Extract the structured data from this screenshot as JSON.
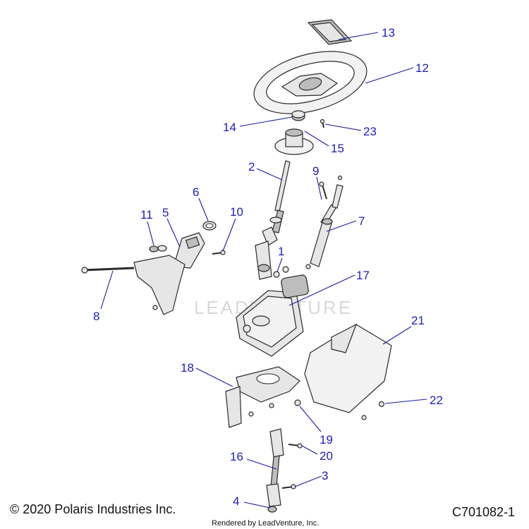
{
  "callouts": [
    {
      "id": "13",
      "label": "13"
    },
    {
      "id": "12",
      "label": "12"
    },
    {
      "id": "14",
      "label": "14"
    },
    {
      "id": "23",
      "label": "23"
    },
    {
      "id": "15",
      "label": "15"
    },
    {
      "id": "2",
      "label": "2"
    },
    {
      "id": "9",
      "label": "9"
    },
    {
      "id": "6",
      "label": "6"
    },
    {
      "id": "11",
      "label": "11"
    },
    {
      "id": "5",
      "label": "5"
    },
    {
      "id": "10",
      "label": "10"
    },
    {
      "id": "7",
      "label": "7"
    },
    {
      "id": "1",
      "label": "1"
    },
    {
      "id": "17",
      "label": "17"
    },
    {
      "id": "8",
      "label": "8"
    },
    {
      "id": "21",
      "label": "21"
    },
    {
      "id": "18",
      "label": "18"
    },
    {
      "id": "22",
      "label": "22"
    },
    {
      "id": "19",
      "label": "19"
    },
    {
      "id": "20",
      "label": "20"
    },
    {
      "id": "16",
      "label": "16"
    },
    {
      "id": "3",
      "label": "3"
    },
    {
      "id": "4",
      "label": "4"
    }
  ],
  "watermark": "LEADVENTURE",
  "footer": {
    "copyright": "© 2020 Polaris Industries Inc.",
    "diagram_code": "C701082-1",
    "rendered_by": "Rendered by LeadVenture, Inc."
  },
  "colors": {
    "callout": "#1c1cbf",
    "leader": "#1a1aa6",
    "part_fill": "#e6e6e6",
    "outline": "#2a2a2a"
  }
}
